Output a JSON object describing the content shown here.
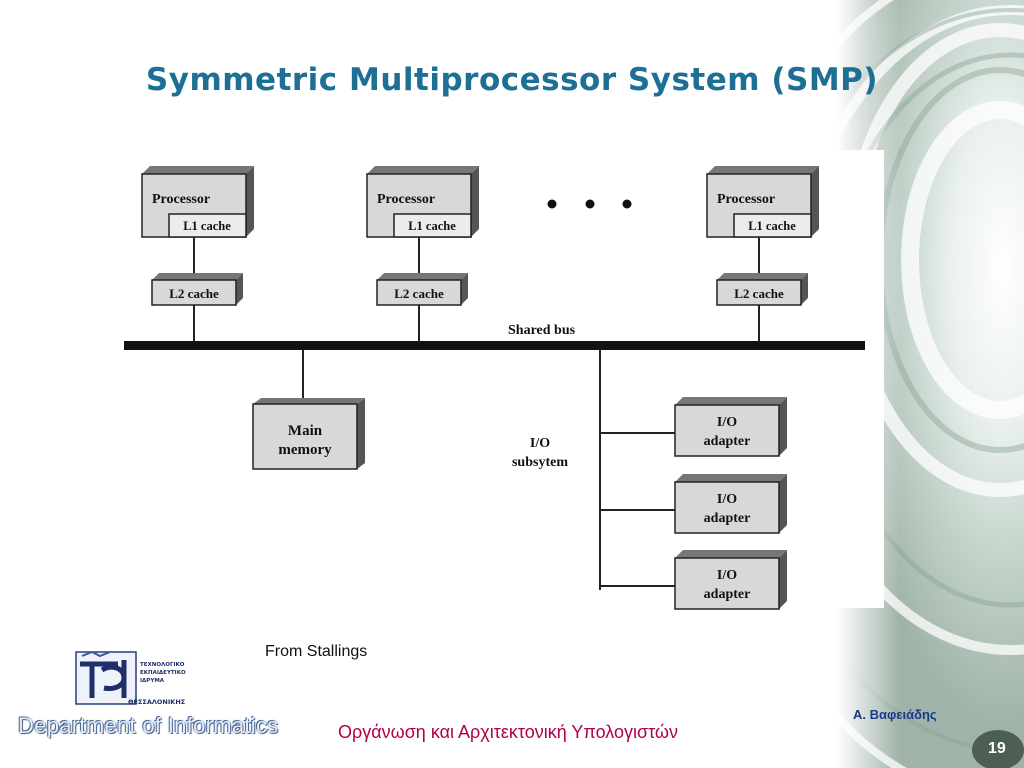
{
  "slide": {
    "title": "Symmetric Multiprocessor System (SMP)",
    "source_note": "From Stallings",
    "course_name": "Οργάνωση και Αρχιτεκτονική Υπολογιστών",
    "author": "Α. Βαφειάδης",
    "page_number": "19",
    "department": "Department of Informatics"
  },
  "logo": {
    "lines": [
      "ΤΕΧΝΟΛΟΓΙΚΟ",
      "ΕΚΠΑΙΔΕΥΤΙΚΟ",
      "ΙΔΡΥΜΑ",
      "ΘΕΣΣΑΛΟΝΙΚΗΣ"
    ]
  },
  "diagram": {
    "processors": [
      {
        "processor": "Processor",
        "l1": "L1 cache",
        "l2": "L2 cache"
      },
      {
        "processor": "Processor",
        "l1": "L1 cache",
        "l2": "L2 cache"
      },
      {
        "processor": "Processor",
        "l1": "L1 cache",
        "l2": "L2 cache"
      }
    ],
    "bus_label": "Shared bus",
    "memory": {
      "line1": "Main",
      "line2": "memory"
    },
    "io_subsystem": {
      "line1": "I/O",
      "line2": "subsytem"
    },
    "io_adapters": [
      {
        "line1": "I/O",
        "line2": "adapter"
      },
      {
        "line1": "I/O",
        "line2": "adapter"
      },
      {
        "line1": "I/O",
        "line2": "adapter"
      }
    ]
  }
}
